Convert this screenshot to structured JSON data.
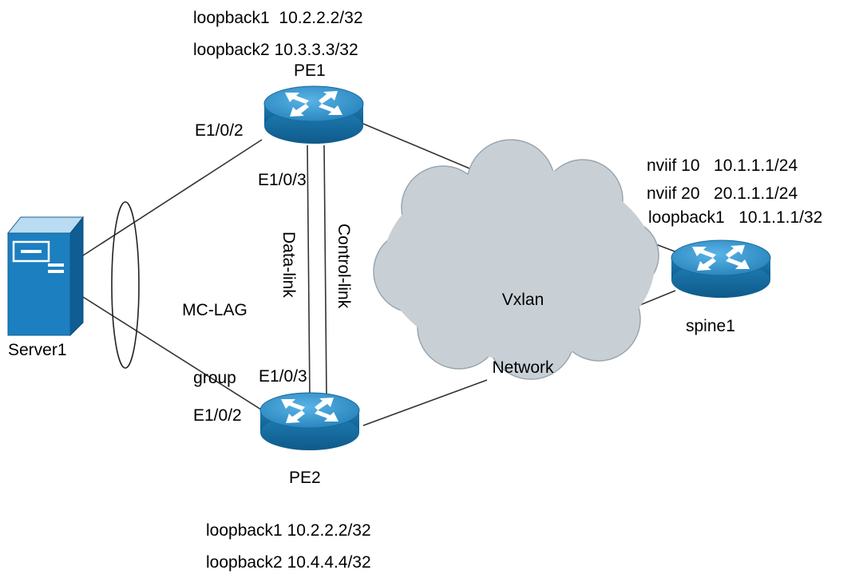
{
  "pe1": {
    "name": "PE1",
    "loopback1": "loopback1  10.2.2.2/32",
    "loopback2": "loopback2 10.3.3.3/32",
    "port_server": "E1/0/2",
    "port_peer": "E1/0/3"
  },
  "pe2": {
    "name": "PE2",
    "loopback1": "loopback1 10.2.2.2/32",
    "loopback2": "loopback2 10.4.4.4/32",
    "port_server": "E1/0/2",
    "port_peer": "E1/0/3"
  },
  "spine1": {
    "name": "spine1",
    "nviif10": "nviif 10   10.1.1.1/24",
    "nviif20": "nviif 20   20.1.1.1/24",
    "loopback1": "loopback1   10.1.1.1/32"
  },
  "server1": {
    "name": "Server1"
  },
  "mclag": {
    "line1": "MC-LAG",
    "line2": "group"
  },
  "links": {
    "data": "Data-link",
    "control": "Control-link"
  },
  "cloud": {
    "line1": "Vxlan",
    "line2": "Network"
  },
  "colors": {
    "router_top": "#2f8fc4",
    "router_side": "#1a6fa3",
    "cloud_fill": "#c7d0d6",
    "server_front": "#1c7fc0",
    "link": "#333333"
  }
}
